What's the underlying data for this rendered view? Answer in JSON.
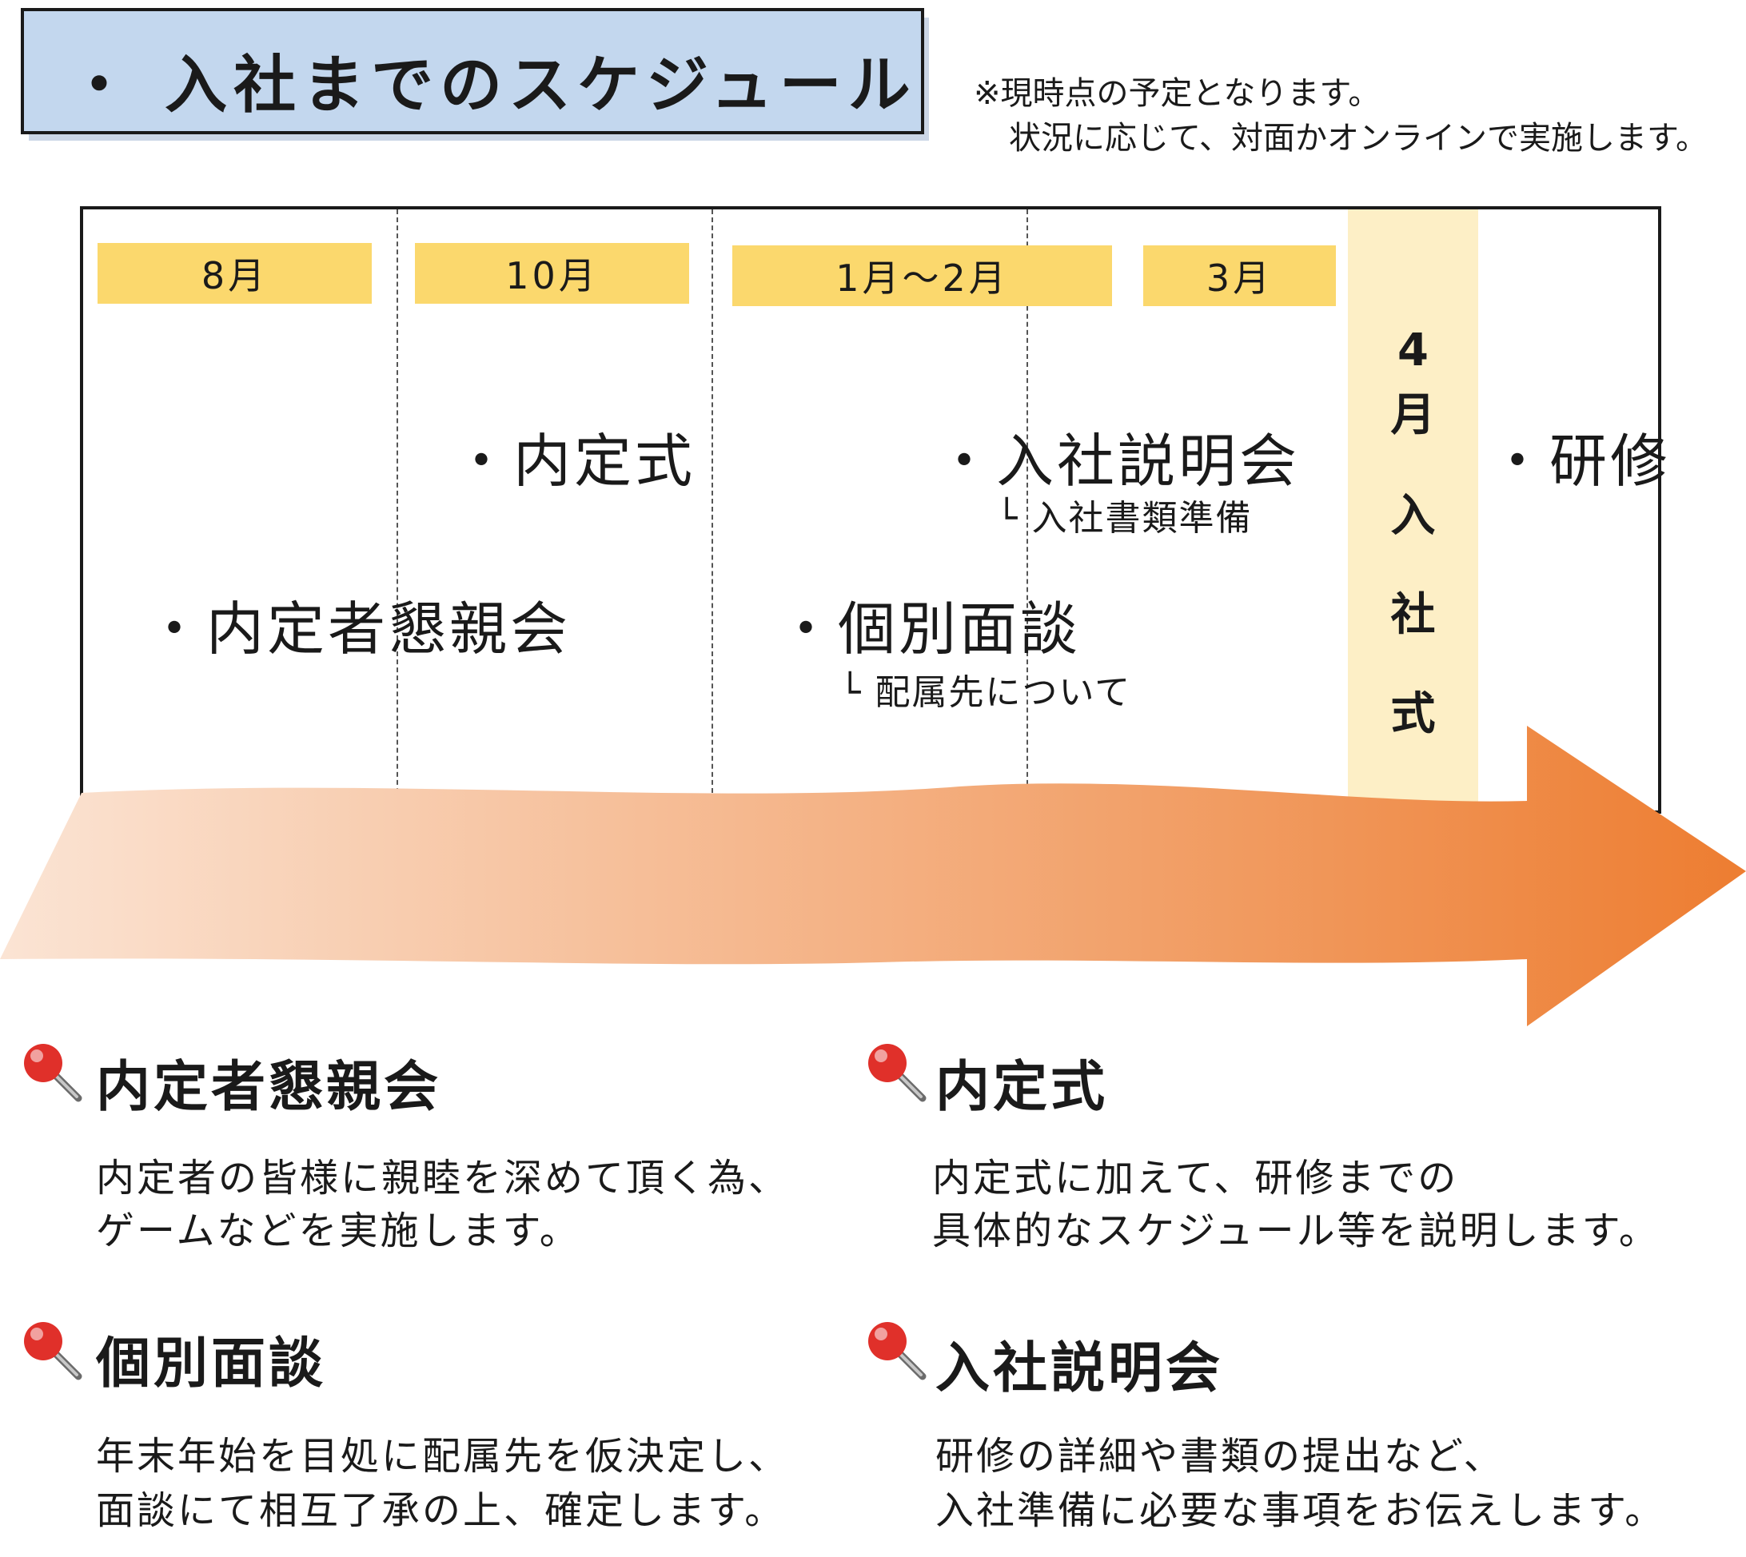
{
  "title": "・ 入社までのスケジュール",
  "note": [
    "※現時点の予定となります。",
    "状況に応じて、対面かオンラインで実施します。"
  ],
  "months": [
    "8月",
    "10月",
    "1月～2月",
    "3月"
  ],
  "april_label": [
    "4",
    "月",
    "入",
    "社",
    "式"
  ],
  "events": {
    "naitei_shiki": "・内定式",
    "nyusha_setsumeikai": "・入社説明会",
    "nyusha_setsumeikai_sub": "└ 入社書類準備",
    "kenshu": "・研修",
    "konshinkai": "・内定者懇親会",
    "kobetsu_mendan": "・個別面談",
    "kobetsu_mendan_sub": "└ 配属先について"
  },
  "descriptions": [
    {
      "title": "内定者懇親会",
      "lines": [
        "内定者の皆様に親睦を深めて頂く為、",
        "ゲームなどを実施します。"
      ]
    },
    {
      "title": "内定式",
      "lines": [
        "内定式に加えて、研修までの",
        "具体的なスケジュール等を説明します。"
      ]
    },
    {
      "title": "個別面談",
      "lines": [
        "年末年始を目処に配属先を仮決定し、",
        "面談にて相互了承の上、確定します。"
      ]
    },
    {
      "title": "入社説明会",
      "lines": [
        "研修の詳細や書類の提出など、",
        "入社準備に必要な事項をお伝えします。"
      ]
    }
  ],
  "colors": {
    "title_bg": "#c3d7ee",
    "month_bg": "#fbd86d",
    "april_bg": "#fdefc6",
    "arrow_start": "#fbe4d4",
    "arrow_end": "#ed7d31",
    "pin_head": "#e0302a"
  },
  "icons": {
    "bullet": "red-pushpin-icon"
  }
}
